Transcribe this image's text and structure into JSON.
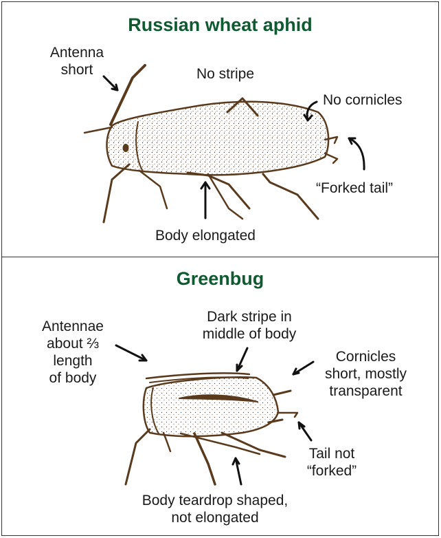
{
  "panels": {
    "russian": {
      "title": "Russian wheat aphid",
      "labels": {
        "antenna_line1": "Antenna",
        "antenna_line2": "short",
        "stripe": "No stripe",
        "cornicles": "No cornicles",
        "tail": "“Forked tail”",
        "body": "Body elongated"
      }
    },
    "greenbug": {
      "title": "Greenbug",
      "labels": {
        "antennae_line1": "Antennae",
        "antennae_line2": "about ⅔",
        "antennae_line3": "length",
        "antennae_line4": "of body",
        "stripe_line1": "Dark stripe in",
        "stripe_line2": "middle of body",
        "cornicles_line1": "Cornicles",
        "cornicles_line2": "short, mostly",
        "cornicles_line3": "transparent",
        "tail_line1": "Tail not",
        "tail_line2": "“forked”",
        "body_line1": "Body teardrop shaped,",
        "body_line2": "not elongated"
      }
    }
  },
  "colors": {
    "title": "#0f5a30",
    "insect": "#5a3a1c",
    "border": "#333333",
    "text": "#1a1a1a"
  }
}
